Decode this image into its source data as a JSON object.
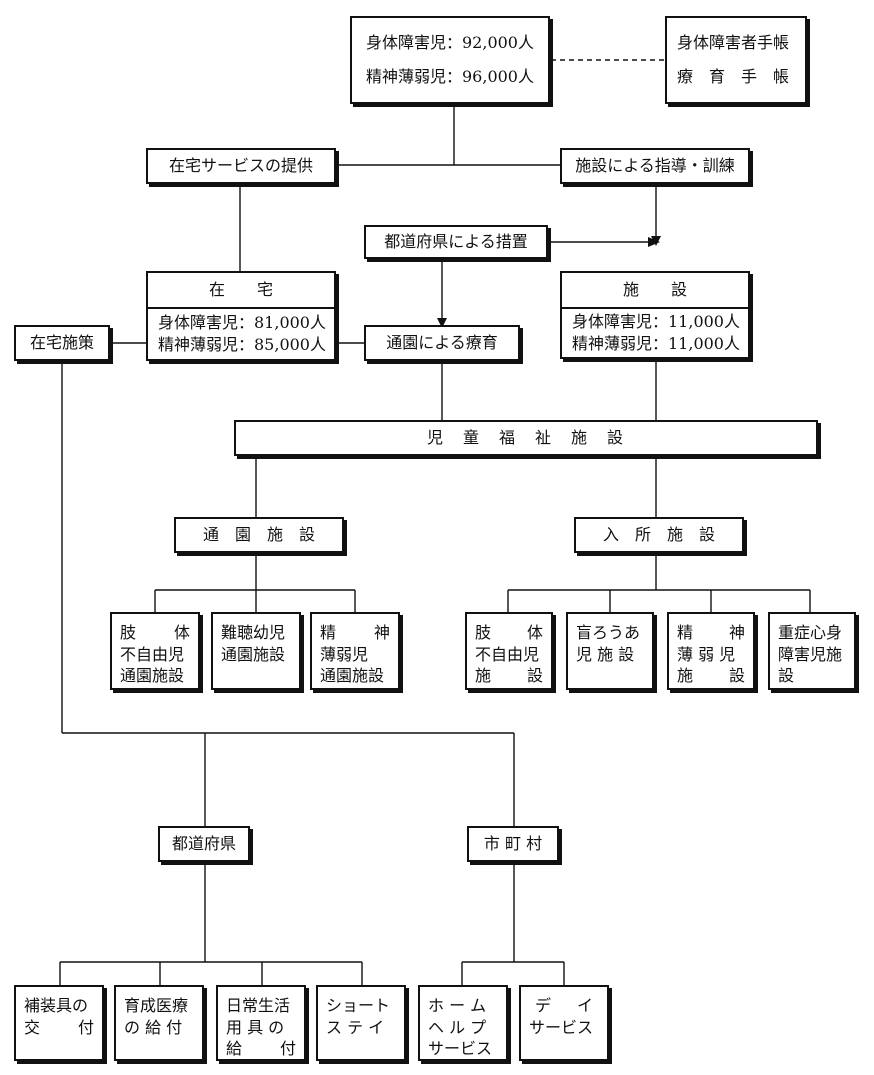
{
  "top": {
    "line1": "身体障害児：92,000人",
    "line2": "精神薄弱児：96,000人"
  },
  "notebook": {
    "line1": "身体障害者手帳",
    "line2": "療　育　手　帳"
  },
  "home_service": "在宅サービスの提供",
  "facility_guidance": "施設による指導・訓練",
  "prefecture_measure": "都道府県による措置",
  "home": {
    "title": "在　　宅",
    "line1": "身体障害児：81,000人",
    "line2": "精神薄弱児：85,000人"
  },
  "facility": {
    "title": "施　　設",
    "line1": "身体障害児：11,000人",
    "line2": "精神薄弱児：11,000人"
  },
  "home_policy": "在宅施策",
  "day_care": "通園による療育",
  "child_welfare": "児　童　福　祉　施　設",
  "day_facilities": "通　園　施　設",
  "residential_facilities": "入　所　施　設",
  "day_items": [
    {
      "l1a": "肢",
      "l1b": "体",
      "l2": "不自由児",
      "l3": "通園施設"
    },
    {
      "l1a": "難聴幼児",
      "l1b": "",
      "l2": "通園施設",
      "l3": ""
    },
    {
      "l1a": "精",
      "l1b": "神",
      "l2": "薄弱児",
      "l3": "通園施設"
    }
  ],
  "res_items": [
    {
      "l1a": "肢",
      "l1b": "体",
      "l2": "不自由児",
      "l3a": "施",
      "l3b": "設"
    },
    {
      "l1a": "盲ろうあ",
      "l1b": "",
      "l2": "児 施 設",
      "l3a": "",
      "l3b": ""
    },
    {
      "l1a": "精",
      "l1b": "神",
      "l2": "薄 弱 児",
      "l3a": "施",
      "l3b": "設"
    },
    {
      "l1a": "重症心身",
      "l1b": "",
      "l2": "障害児施",
      "l3a": "設",
      "l3b": ""
    }
  ],
  "prefecture": "都道府県",
  "municipality": "市 町 村",
  "pref_items": [
    {
      "l1": "補装具の",
      "l2a": "交",
      "l2b": "付",
      "l3": ""
    },
    {
      "l1": "育成医療",
      "l2a": "の 給 付",
      "l2b": "",
      "l3": ""
    },
    {
      "l1": "日常生活",
      "l2a": "用 具 の",
      "l2b": "",
      "l3a": "給",
      "l3b": "付"
    },
    {
      "l1": "ショート",
      "l2a": "ス テ イ",
      "l2b": "",
      "l3": ""
    }
  ],
  "muni_items": [
    {
      "l1": "ホ ー ム",
      "l2": "ヘ ル プ",
      "l3": "サービス"
    },
    {
      "l1a": "デ",
      "l1b": "イ",
      "l2": "サービス"
    }
  ]
}
